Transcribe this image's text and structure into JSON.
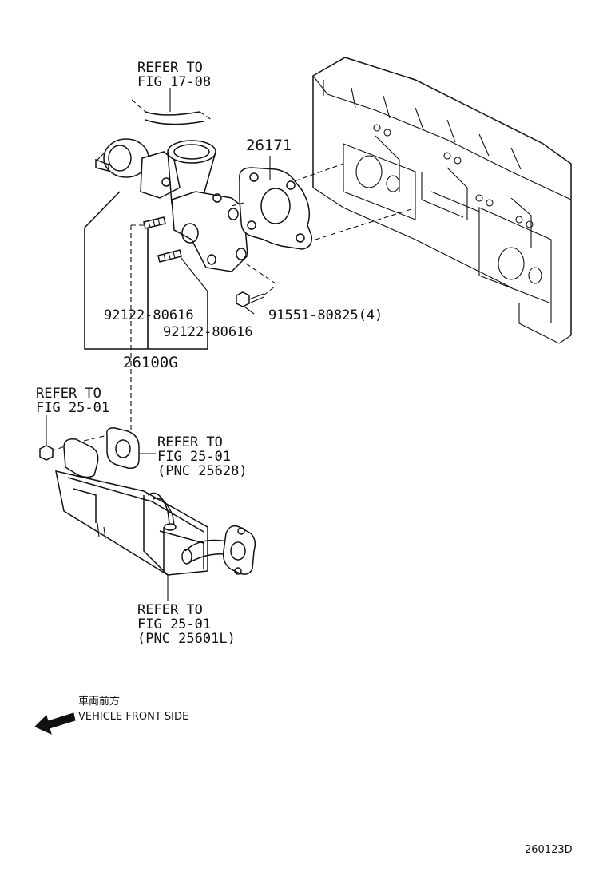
{
  "labels": {
    "refer_fig_17_08_line1": "REFER TO",
    "refer_fig_17_08_line2": "FIG 17-08",
    "part_26171": "26171",
    "part_92122_a": "92122-80616",
    "part_92122_b": "92122-80616",
    "part_91551": "91551-80825(4)",
    "part_26100G": "26100G",
    "refer_fig_25_01_a_line1": "REFER TO",
    "refer_fig_25_01_a_line2": "FIG 25-01",
    "refer_fig_25_01_b_line1": "REFER TO",
    "refer_fig_25_01_b_line2": "FIG 25-01",
    "refer_fig_25_01_b_line3": "(PNC 25628)",
    "refer_fig_25_01_c_line1": "REFER TO",
    "refer_fig_25_01_c_line2": "FIG 25-01",
    "refer_fig_25_01_c_line3": "(PNC 25601L)",
    "vehicle_front_jp": "車両前方",
    "vehicle_front_en": "VEHICLE FRONT SIDE",
    "figure_code": "260123D"
  },
  "icons": {
    "direction_arrow": "left-arrow-icon"
  },
  "colors": {
    "line": "#111111",
    "background": "#ffffff"
  }
}
